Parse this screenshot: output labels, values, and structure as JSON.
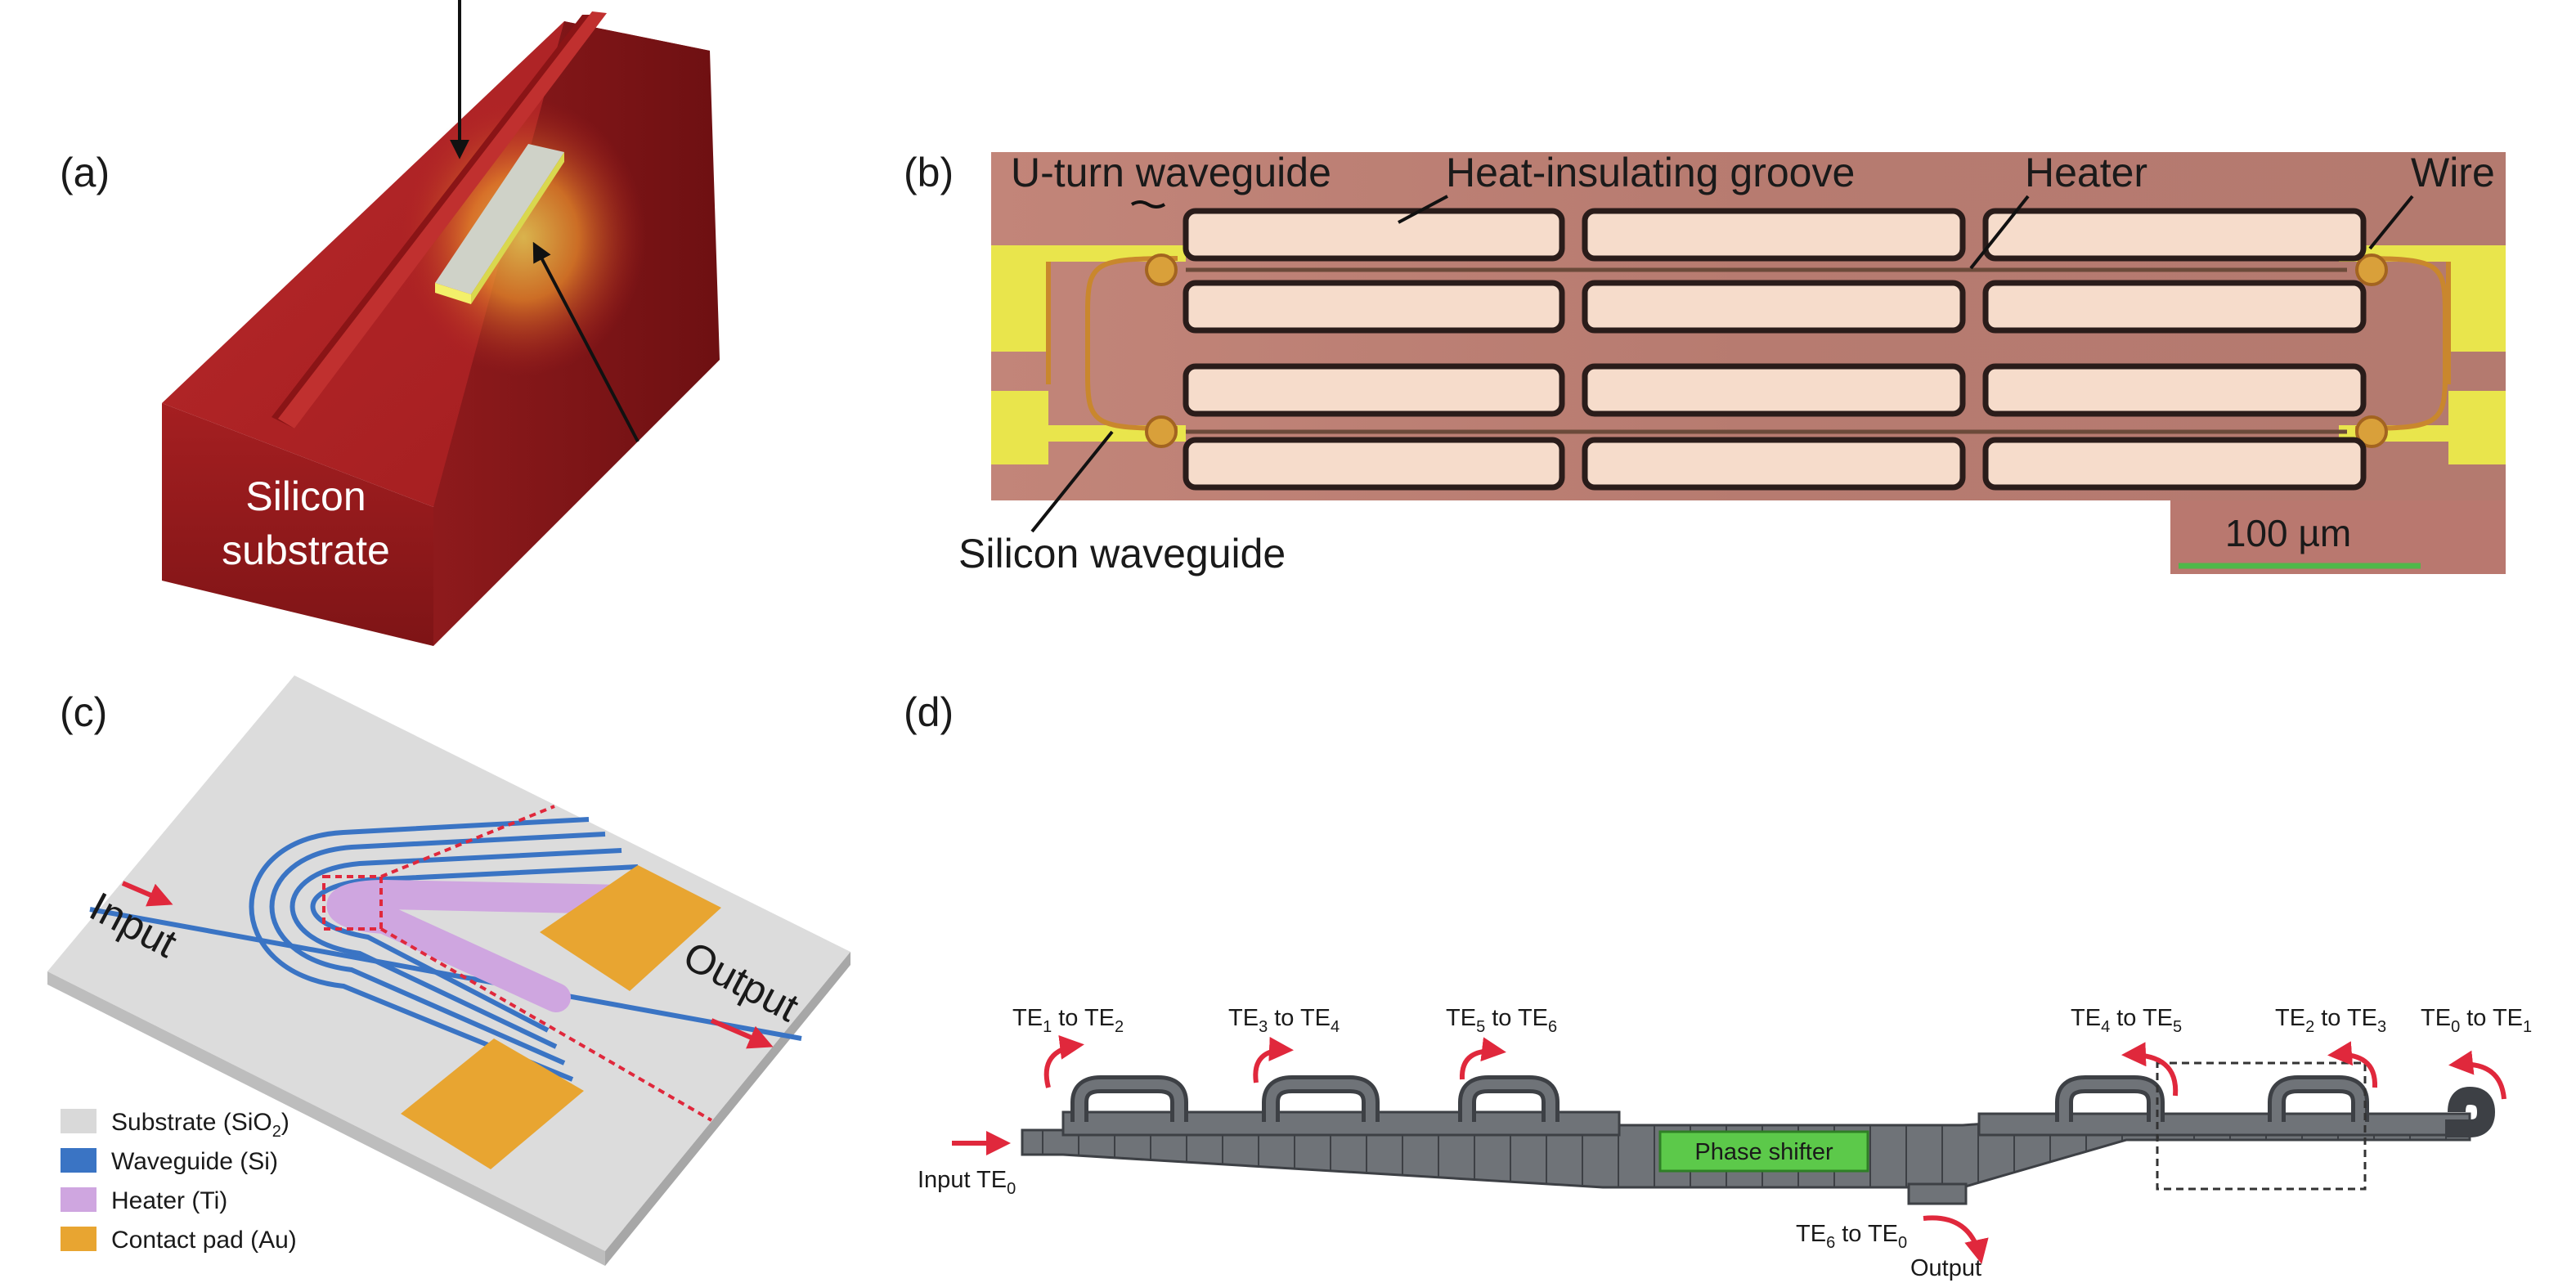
{
  "panels": {
    "a": {
      "label": "(a)",
      "substrate_label_line1": "Silicon",
      "substrate_label_line2": "substrate"
    },
    "b": {
      "label": "(b)",
      "u_turn_label": "U-turn waveguide",
      "groove_label": "Heat-insulating groove",
      "heater_label": "Heater",
      "wire_label": "Wire",
      "waveguide_label": "Silicon waveguide",
      "scale_label": "100 µm"
    },
    "c": {
      "label": "(c)",
      "input_label": "Input",
      "output_label": "Output",
      "legend": [
        {
          "label": "Substrate (SiO",
          "sub": "2",
          "tail": ")",
          "color": "#d9d9d9"
        },
        {
          "label": "Waveguide (Si)",
          "sub": "",
          "tail": "",
          "color": "#3a74c4"
        },
        {
          "label": "Heater (Ti)",
          "sub": "",
          "tail": "",
          "color": "#cfa6e0"
        },
        {
          "label": "Contact pad (Au)",
          "sub": "",
          "tail": "",
          "color": "#e8a531"
        }
      ]
    },
    "d": {
      "label": "(d)",
      "input_label": "Input TE",
      "input_sub": "0",
      "phase_shifter_label": "Phase shifter",
      "output_label": "Output",
      "conversions": [
        {
          "from": "TE",
          "from_sub": "1",
          "mid": " to TE",
          "to_sub": "2"
        },
        {
          "from": "TE",
          "from_sub": "3",
          "mid": " to TE",
          "to_sub": "4"
        },
        {
          "from": "TE",
          "from_sub": "5",
          "mid": " to TE",
          "to_sub": "6"
        },
        {
          "from": "TE",
          "from_sub": "4",
          "mid": " to TE",
          "to_sub": "5"
        },
        {
          "from": "TE",
          "from_sub": "2",
          "mid": " to TE",
          "to_sub": "3"
        },
        {
          "from": "TE",
          "from_sub": "0",
          "mid": " to TE",
          "to_sub": "1"
        },
        {
          "from": "TE",
          "from_sub": "6",
          "mid": " to TE",
          "to_sub": "0"
        }
      ]
    }
  },
  "colors": {
    "substrate_red": "#a41e1e",
    "heater_glow": "#f2e25a",
    "micrograph_bg": "#b97a70",
    "wire_yellow": "#e8e84a",
    "groove_fill": "#f6d8c8",
    "arrow_red": "#e0283c",
    "device_gray": "#6f7378",
    "phase_green": "#5cc94a"
  }
}
